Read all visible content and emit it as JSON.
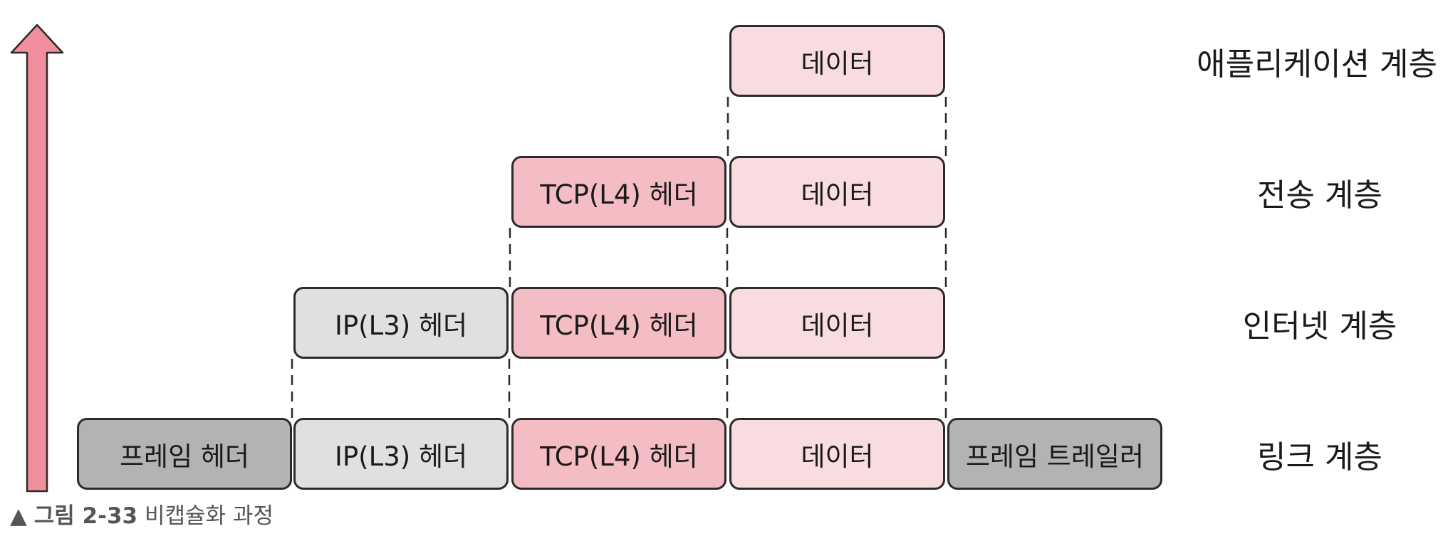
{
  "colors": {
    "arrow": "#f28f9c",
    "frame": "#b3b3b3",
    "ip": "#e0e0e0",
    "tcp": "#f4bcc3",
    "data": "#f8dcdf",
    "outline": "#2b2b2b"
  },
  "icons": {
    "upward_arrow": "upward-arrow-icon",
    "caption_marker": "triangle-icon"
  },
  "rows": [
    {
      "layer": "애플리케이션 계층",
      "segments": [
        {
          "type": "data",
          "label": "데이터"
        }
      ]
    },
    {
      "layer": "전송 계층",
      "segments": [
        {
          "type": "tcp-header",
          "label": "TCP(L4) 헤더"
        },
        {
          "type": "data",
          "label": "데이터"
        }
      ]
    },
    {
      "layer": "인터넷 계층",
      "segments": [
        {
          "type": "ip-header",
          "label": "IP(L3) 헤더"
        },
        {
          "type": "tcp-header",
          "label": "TCP(L4) 헤더"
        },
        {
          "type": "data",
          "label": "데이터"
        }
      ]
    },
    {
      "layer": "링크 계층",
      "segments": [
        {
          "type": "frame-header",
          "label": "프레임 헤더"
        },
        {
          "type": "ip-header",
          "label": "IP(L3) 헤더"
        },
        {
          "type": "tcp-header",
          "label": "TCP(L4) 헤더"
        },
        {
          "type": "data",
          "label": "데이터"
        },
        {
          "type": "frame-trailer",
          "label": "프레임 트레일러"
        }
      ]
    }
  ],
  "caption": {
    "marker": "▲",
    "figure": "그림 2-33",
    "text": "비캡슐화 과정"
  }
}
